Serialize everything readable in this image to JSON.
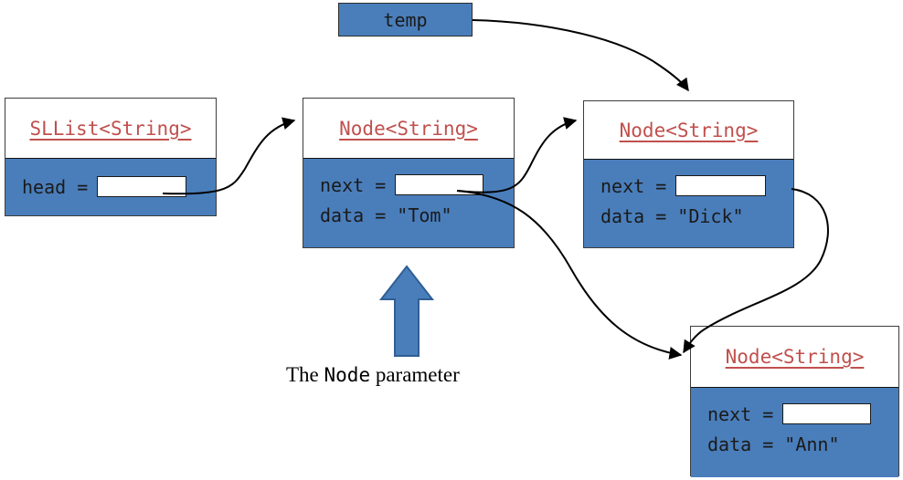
{
  "diagram": {
    "title_caption": {
      "prefix": "The ",
      "mono": "Node",
      "suffix": " parameter"
    },
    "colors": {
      "object_fill": "#4a7ebb",
      "type_name": "#c0504d",
      "border": "#3d3d3d",
      "arrow_fill": "#4a7ebb",
      "arrow_stroke": "#2e5f94",
      "link": "#000000"
    },
    "variable": {
      "name": "temp"
    },
    "objects": [
      {
        "id": "sllist",
        "type_name": "SLList<String>",
        "fields": [
          {
            "label": "head =",
            "kind": "pointer",
            "value": ""
          }
        ]
      },
      {
        "id": "node-tom",
        "type_name": "Node<String>",
        "fields": [
          {
            "label": "next =",
            "kind": "pointer",
            "value": ""
          },
          {
            "label": "data = \"Tom\"",
            "kind": "text",
            "value": "Tom"
          }
        ]
      },
      {
        "id": "node-dick",
        "type_name": "Node<String>",
        "fields": [
          {
            "label": "next =",
            "kind": "pointer",
            "value": ""
          },
          {
            "label": "data = \"Dick\"",
            "kind": "text",
            "value": "Dick"
          }
        ]
      },
      {
        "id": "node-ann",
        "type_name": "Node<String>",
        "fields": [
          {
            "label": "next =",
            "kind": "pointer",
            "value": ""
          },
          {
            "label": "data = \"Ann\"",
            "kind": "text",
            "value": "Ann"
          }
        ]
      }
    ],
    "links": [
      {
        "from": "sllist.head",
        "to": "node-tom"
      },
      {
        "from": "node-tom.next",
        "to": "node-dick"
      },
      {
        "from": "node-tom.next",
        "to": "node-ann"
      },
      {
        "from": "node-dick.next",
        "to": "node-ann"
      },
      {
        "from": "temp",
        "to": "node-dick"
      }
    ]
  }
}
